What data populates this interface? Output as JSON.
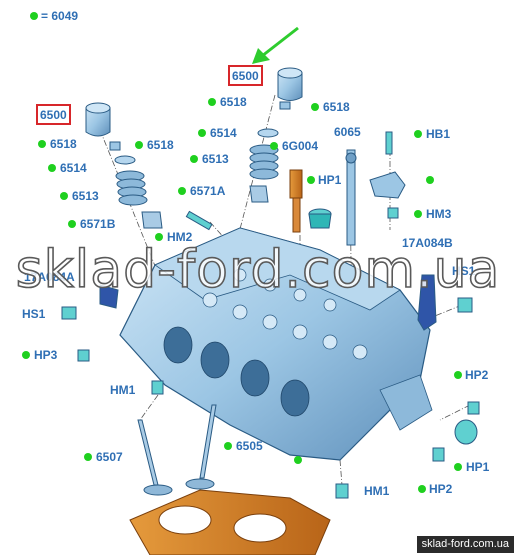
{
  "legend": {
    "text": "= 6049"
  },
  "watermark": "sklad-ford.com.ua",
  "footer": "sklad-ford.com.ua",
  "colors": {
    "label": "#2f6fb4",
    "dot": "#1fd01f",
    "highlight": "#d7262a",
    "arrow": "#2ecc2e",
    "part": "#9cc6e4"
  },
  "labels": {
    "l6500a": "6500",
    "l6500b": "6500",
    "l6518_1": "6518",
    "l6518_2": "6518",
    "l6518_3": "6518",
    "l6518_4": "6518",
    "l6514_1": "6514",
    "l6514_2": "6514",
    "l6513_1": "6513",
    "l6513_2": "6513",
    "l6571a": "6571A",
    "l6571b": "6571B",
    "l6g004": "6G004",
    "l6065": "6065",
    "lhb1": "HB1",
    "lhp1a": "HP1",
    "lhm3": "HM3",
    "lhm2": "HM2",
    "l17a084b": "17A084B",
    "l17a084a": "17A084A",
    "lhs1a": "HS1",
    "lhs1b": "HS1",
    "lhp3": "HP3",
    "lhm1a": "HM1",
    "lhm1b": "HM1",
    "lhp2a": "HP2",
    "lhp2b": "HP2",
    "lhp1b": "HP1",
    "l6507": "6507",
    "l6505": "6505"
  }
}
